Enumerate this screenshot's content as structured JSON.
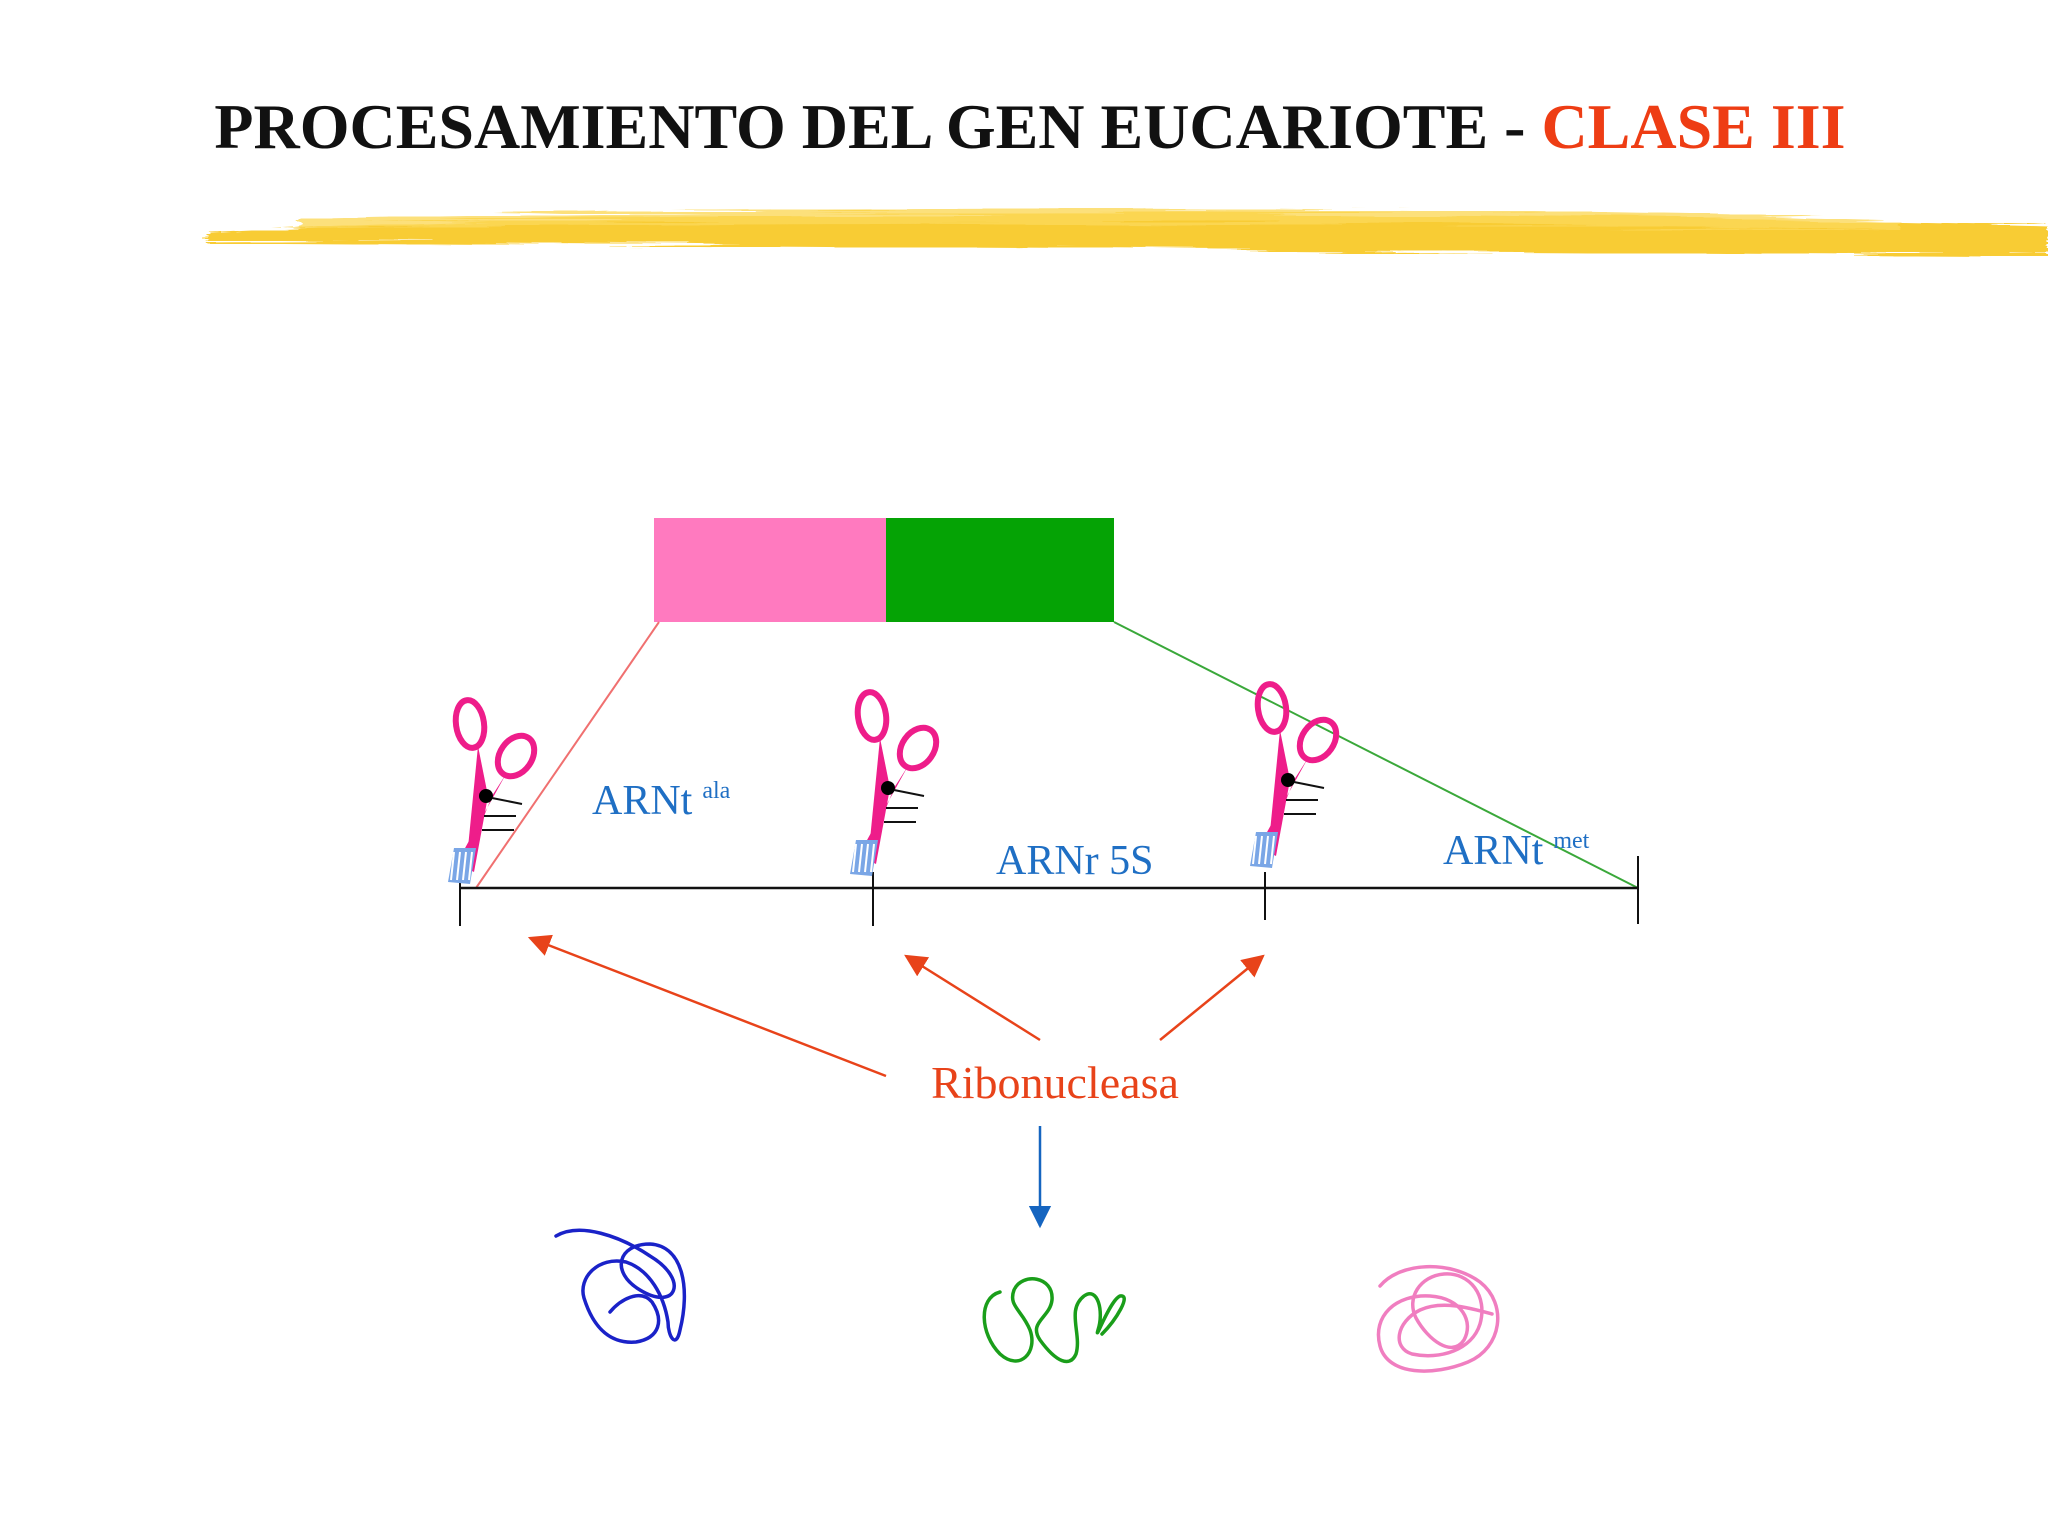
{
  "title": {
    "main": "PROCESAMIENTO DEL GEN EUCARIOTE - ",
    "accent": "CLASE III"
  },
  "labels": {
    "trna_ala": "ARNt",
    "trna_ala_sup": "ala",
    "rrna_5s": "ARNr 5S",
    "trna_met": "ARNt",
    "trna_met_sup": "met",
    "ribonuclease": "Ribonucleasa"
  },
  "colors": {
    "title": "#111111",
    "accent": "#ee3d14",
    "label_blue": "#1f6fc4",
    "highlighter": "#f7c720",
    "gene_pink": "#ff7abf",
    "gene_green": "#05a305",
    "scissors": "#ee1d8a",
    "arrow_red": "#e8431a",
    "arrow_blue": "#1565c0",
    "squiggle_blue": "#1a22c8",
    "squiggle_green": "#1a9e1a",
    "squiggle_pink": "#f07ec0"
  },
  "icons": [
    "scissors-icon",
    "trna-ala-squiggle",
    "rrna-5s-squiggle",
    "trna-met-squiggle"
  ]
}
